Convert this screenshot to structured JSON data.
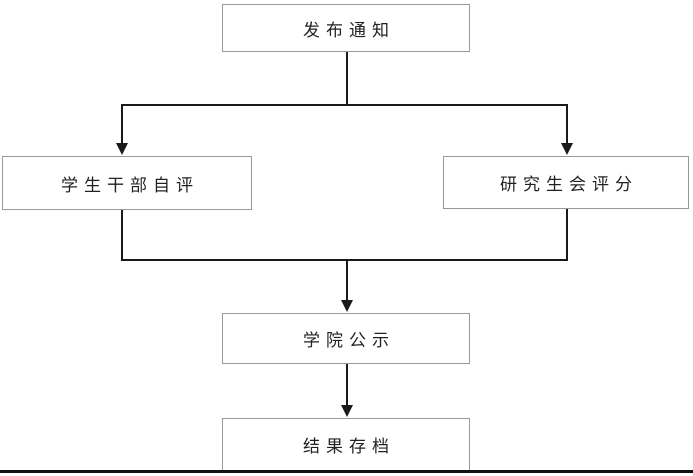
{
  "diagram": {
    "type": "flowchart",
    "nodes": {
      "publish": {
        "label": "发布通知"
      },
      "student_self_eval": {
        "label": "学生干部自评"
      },
      "grad_union_score": {
        "label": "研究生会评分"
      },
      "college_publicity": {
        "label": "学院公示"
      },
      "result_archive": {
        "label": "结果存档"
      }
    },
    "edges": [
      {
        "from": "publish",
        "to": "student_self_eval",
        "arrow": true
      },
      {
        "from": "publish",
        "to": "grad_union_score",
        "arrow": true
      },
      {
        "from": "student_self_eval",
        "to": "college_publicity",
        "arrow": true
      },
      {
        "from": "grad_union_score",
        "to": "college_publicity",
        "arrow": true
      },
      {
        "from": "college_publicity",
        "to": "result_archive",
        "arrow": true
      }
    ],
    "colors": {
      "background": "#ffffff",
      "node_border": "#9a9a9a",
      "connector": "#1a1a1a",
      "text": "#222222",
      "page_edge": "#111111"
    }
  }
}
